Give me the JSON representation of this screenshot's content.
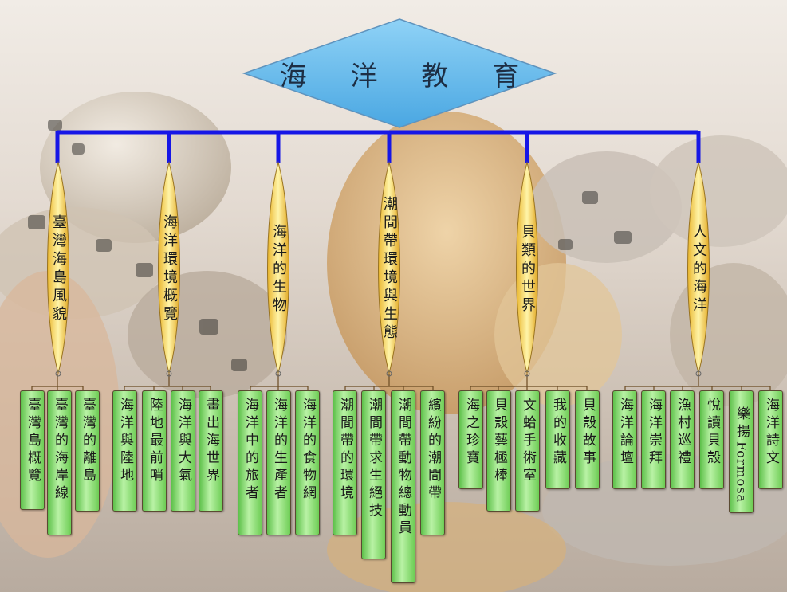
{
  "diagram": {
    "title": "海 洋 教 育",
    "categories": [
      {
        "label": "臺灣海島風貌",
        "items": [
          {
            "label": "臺灣島概覽"
          },
          {
            "label": "臺灣的海岸線"
          },
          {
            "label": "臺灣的離島"
          }
        ]
      },
      {
        "label": "海洋環境概覽",
        "items": [
          {
            "label": "海洋與陸地"
          },
          {
            "label": "陸地最前哨"
          },
          {
            "label": "海洋與大氣"
          },
          {
            "label": "畫出海世界"
          }
        ]
      },
      {
        "label": "海洋的生物",
        "items": [
          {
            "label": "海洋中的旅者"
          },
          {
            "label": "海洋的生產者"
          },
          {
            "label": "海洋的食物網"
          }
        ]
      },
      {
        "label": "潮間帶環境與生態",
        "items": [
          {
            "label": "潮間帶的環境"
          },
          {
            "label": "潮間帶求生絕技"
          },
          {
            "label": "潮間帶動物總動員"
          },
          {
            "label": "繽紛的潮間帶"
          }
        ]
      },
      {
        "label": "貝類的世界",
        "items": [
          {
            "label": "海之珍寶"
          },
          {
            "label": "貝殼藝極棒"
          },
          {
            "label": "文蛤手術室"
          },
          {
            "label": "我的收藏"
          },
          {
            "label": "貝殼故事"
          }
        ]
      },
      {
        "label": "人文的海洋",
        "items": [
          {
            "label": "海洋論壇"
          },
          {
            "label": "海洋崇拜"
          },
          {
            "label": "漁村巡禮"
          },
          {
            "label": "悅讀貝殼"
          },
          {
            "label": "樂揚",
            "latin": "Formosa"
          },
          {
            "label": "海洋詩文"
          }
        ]
      }
    ]
  }
}
